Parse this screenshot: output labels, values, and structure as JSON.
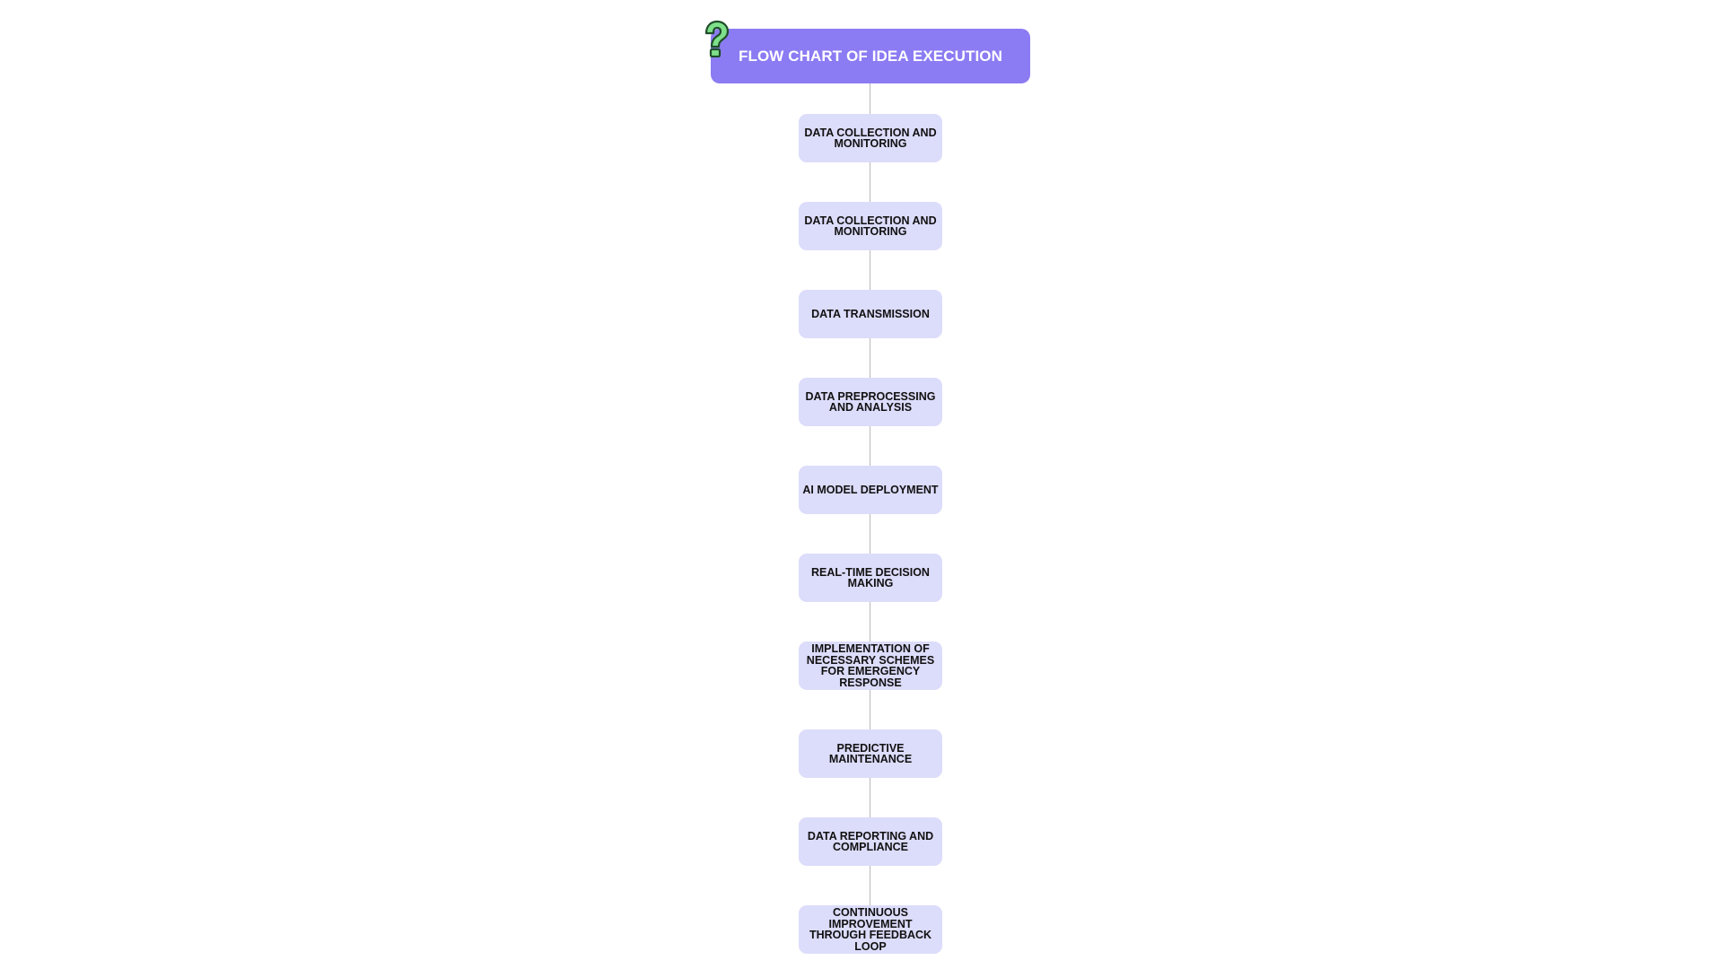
{
  "title": "FLOW CHART OF IDEA EXECUTION",
  "icon": "question-mark-icon",
  "colors": {
    "title_bg": "#8b7cf3",
    "node_bg": "#dcdcfb",
    "connector": "#b9b9b9",
    "icon_green": "#7ee08a"
  },
  "steps": [
    "DATA COLLECTION AND MONITORING",
    "DATA COLLECTION AND MONITORING",
    "DATA TRANSMISSION",
    "DATA PREPROCESSING AND ANALYSIS",
    "AI MODEL DEPLOYMENT",
    "REAL-TIME DECISION MAKING",
    "IMPLEMENTATION OF NECESSARY SCHEMES FOR EMERGENCY RESPONSE",
    "PREDICTIVE MAINTENANCE",
    "DATA REPORTING AND COMPLIANCE",
    "CONTINUOUS IMPROVEMENT THROUGH FEEDBACK LOOP"
  ]
}
